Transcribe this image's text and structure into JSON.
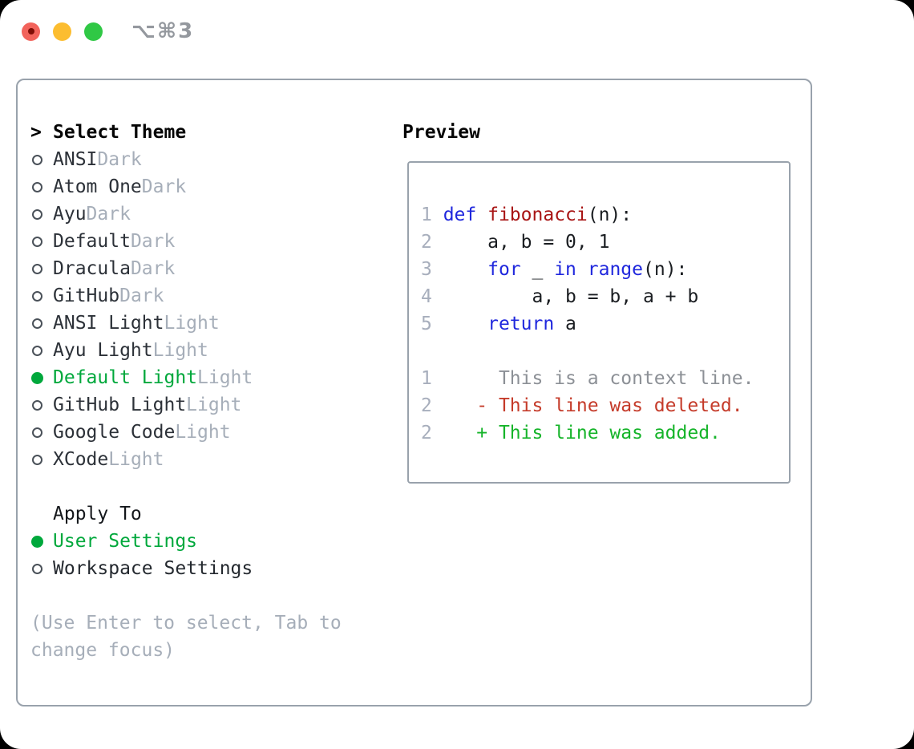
{
  "window": {
    "title_shortcut": "⌥⌘3",
    "traffic_lights": [
      "close",
      "minimize",
      "zoom"
    ]
  },
  "theme_menu": {
    "prompt": ">",
    "header": "Select Theme",
    "items": [
      {
        "name": "ANSI",
        "variant": "Dark",
        "selected": false
      },
      {
        "name": "Atom One",
        "variant": "Dark",
        "selected": false
      },
      {
        "name": "Ayu",
        "variant": "Dark",
        "selected": false
      },
      {
        "name": "Default",
        "variant": "Dark",
        "selected": false
      },
      {
        "name": "Dracula",
        "variant": "Dark",
        "selected": false
      },
      {
        "name": "GitHub",
        "variant": "Dark",
        "selected": false
      },
      {
        "name": "ANSI Light",
        "variant": "Light",
        "selected": false
      },
      {
        "name": "Ayu Light",
        "variant": "Light",
        "selected": false
      },
      {
        "name": "Default Light",
        "variant": "Light",
        "selected": true
      },
      {
        "name": "GitHub Light",
        "variant": "Light",
        "selected": false
      },
      {
        "name": "Google Code",
        "variant": "Light",
        "selected": false
      },
      {
        "name": "XCode",
        "variant": "Light",
        "selected": false
      }
    ]
  },
  "apply_to": {
    "header": "Apply To",
    "options": [
      {
        "label": "User Settings",
        "selected": true
      },
      {
        "label": "Workspace Settings",
        "selected": false
      }
    ]
  },
  "hint": {
    "lines": [
      "(Use Enter to select, Tab to",
      "change focus)"
    ]
  },
  "preview": {
    "header": "Preview",
    "lines": [
      [
        {
          "t": "1 ",
          "s": "num"
        },
        {
          "t": "def",
          "s": "kw"
        },
        {
          "t": " ",
          "s": "code"
        },
        {
          "t": "fibonacci",
          "s": "fn"
        },
        {
          "t": "(n):",
          "s": "code"
        }
      ],
      [
        {
          "t": "2 ",
          "s": "num"
        },
        {
          "t": "    a, b = 0, 1",
          "s": "code"
        }
      ],
      [
        {
          "t": "3 ",
          "s": "num"
        },
        {
          "t": "    ",
          "s": "code"
        },
        {
          "t": "for",
          "s": "kw"
        },
        {
          "t": " _ ",
          "s": "code"
        },
        {
          "t": "in",
          "s": "kw"
        },
        {
          "t": " ",
          "s": "code"
        },
        {
          "t": "range",
          "s": "kw"
        },
        {
          "t": "(n):",
          "s": "code"
        }
      ],
      [
        {
          "t": "4 ",
          "s": "num"
        },
        {
          "t": "        a, b = b, a + b",
          "s": "code"
        }
      ],
      [
        {
          "t": "5 ",
          "s": "num"
        },
        {
          "t": "    ",
          "s": "code"
        },
        {
          "t": "return",
          "s": "kw"
        },
        {
          "t": " a",
          "s": "code"
        }
      ],
      [],
      [
        {
          "t": "1 ",
          "s": "num"
        },
        {
          "t": "     This is a context line.",
          "s": "ctx"
        }
      ],
      [
        {
          "t": "2 ",
          "s": "num"
        },
        {
          "t": "   - This line was deleted.",
          "s": "del"
        }
      ],
      [
        {
          "t": "2 ",
          "s": "num"
        },
        {
          "t": "   + This line was added.",
          "s": "add"
        }
      ]
    ]
  },
  "colors": {
    "keyword_blue": "#1f27dd",
    "function_red": "#a81414",
    "line_number_gray": "#a7aebc",
    "context_gray": "#8c9096",
    "deleted_red": "#c53b2a",
    "added_green": "#16b42a",
    "selected_green": "#00a83c",
    "variant_suffix_gray": "#a6aeb9",
    "hint_gray": "#a6aeb9",
    "panel_border_gray": "#99a2ac",
    "traffic_red": "#f2635b",
    "traffic_yellow": "#fcbd30",
    "traffic_green": "#30c845"
  }
}
